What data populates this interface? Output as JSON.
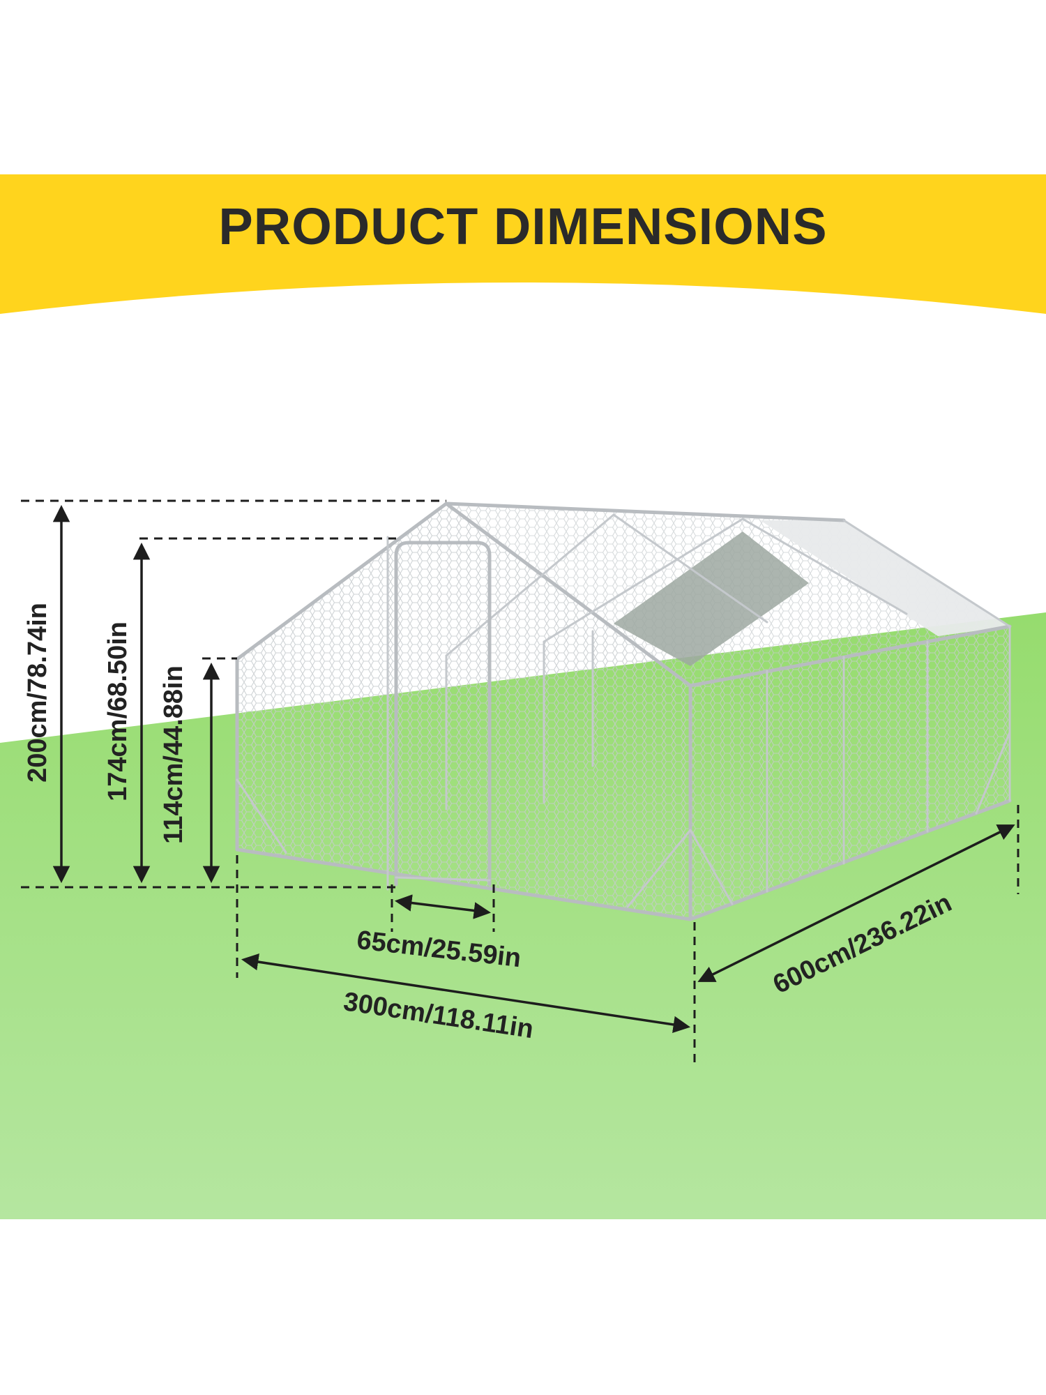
{
  "header": {
    "title": "PRODUCT DIMENSIONS"
  },
  "colors": {
    "banner": "#ffd41d",
    "ground_dark": "#96dc6e",
    "ground_light": "#b5e6a0",
    "frame": "#b8bcc0",
    "cover": "#e8eaeb",
    "shade_panel": "#9ea8a1",
    "dimension_lines": "#1d1d1d"
  },
  "dimensions": {
    "total_height": "200cm/78.74in",
    "door_height": "174cm/68.50in",
    "side_wall_height": "114cm/44.88in",
    "door_width": "65cm/25.59in",
    "width": "300cm/118.11in",
    "length": "600cm/236.22in"
  }
}
